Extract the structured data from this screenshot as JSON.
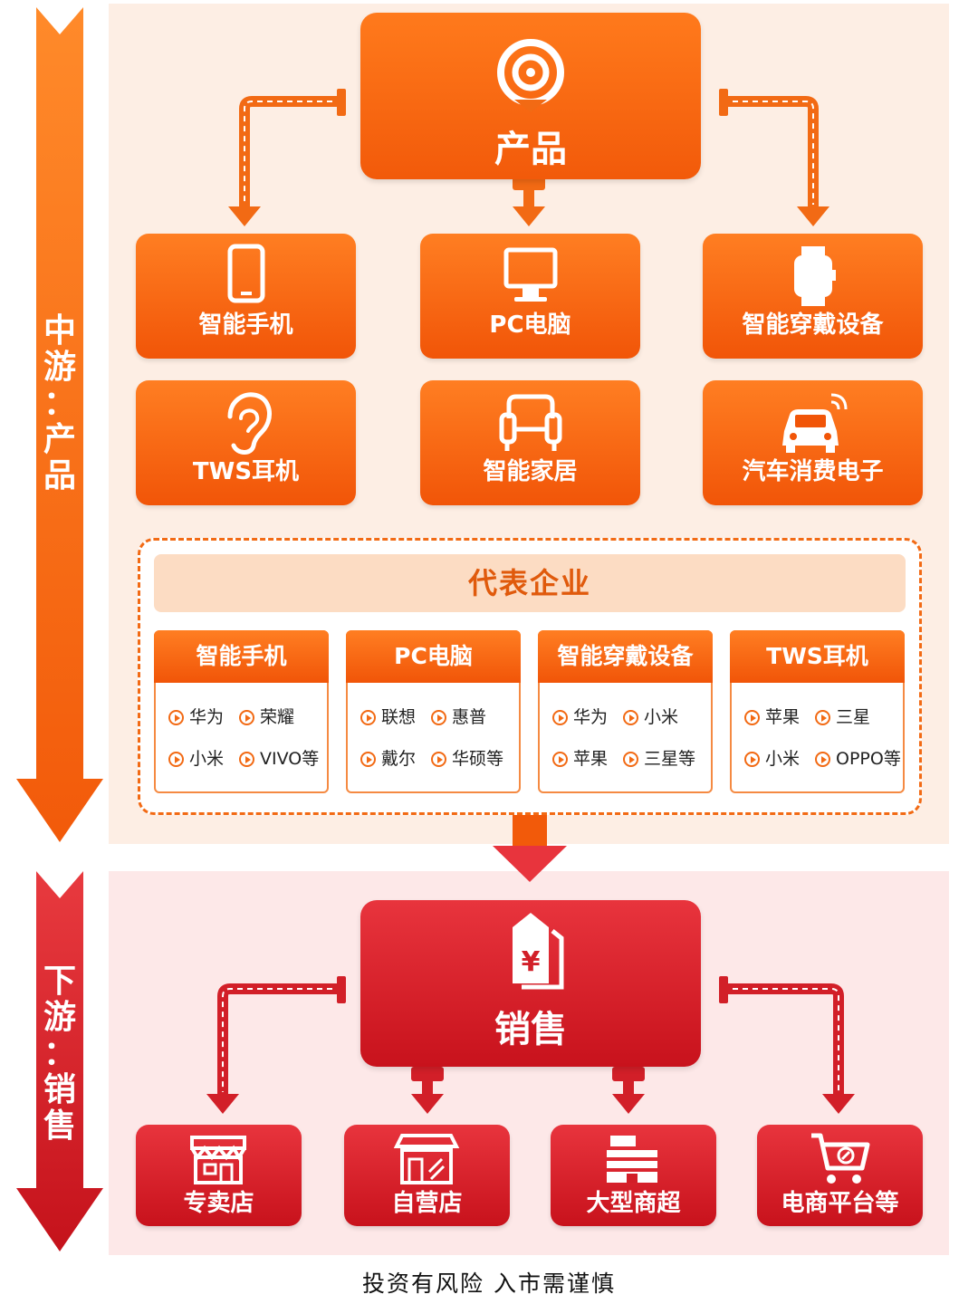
{
  "midstream": {
    "side_label": [
      "中",
      "游",
      "：",
      "产",
      "品"
    ],
    "hub_title": "产品",
    "products": [
      "智能手机",
      "PC电脑",
      "智能穿戴设备",
      "TWS耳机",
      "智能家居",
      "汽车消费电子"
    ],
    "rep_title": "代表企业",
    "rep_columns": [
      {
        "title": "智能手机",
        "items": [
          "华为",
          "荣耀",
          "小米",
          "VIVO等"
        ]
      },
      {
        "title": "PC电脑",
        "items": [
          "联想",
          "惠普",
          "戴尔",
          "华硕等"
        ]
      },
      {
        "title": "智能穿戴设备",
        "items": [
          "华为",
          "小米",
          "苹果",
          "三星等"
        ]
      },
      {
        "title": "TWS耳机",
        "items": [
          "苹果",
          "三星",
          "小米",
          "OPPO等"
        ]
      }
    ]
  },
  "downstream": {
    "side_label": [
      "下",
      "游",
      "：",
      "销",
      "售"
    ],
    "hub_title": "销售",
    "channels": [
      "专卖店",
      "自营店",
      "大型商超",
      "电商平台等"
    ]
  },
  "footer": "投资有风险  入市需谨慎",
  "colors": {
    "orange": "#f26a14",
    "red": "#d21f28"
  },
  "icons": [
    "signal-icon",
    "phone-icon",
    "monitor-icon",
    "smartwatch-icon",
    "earphone-icon",
    "sofa-icon",
    "car-icon",
    "price-tag-icon",
    "shop-icon",
    "store-icon",
    "mall-icon",
    "cart-icon"
  ]
}
